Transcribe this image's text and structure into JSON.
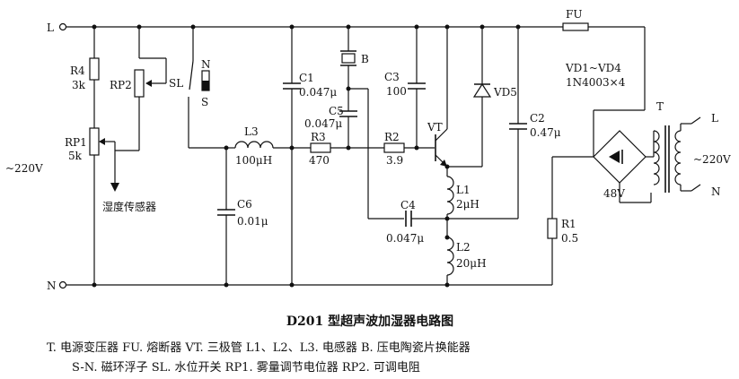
{
  "diagram": {
    "rails": {
      "line": "L",
      "neutral": "N",
      "supply": "~220V"
    },
    "components": {
      "R4": {
        "name": "R4",
        "value": "3k"
      },
      "RP1": {
        "name": "RP1",
        "value": "5k"
      },
      "RP2": {
        "name": "RP2"
      },
      "SL": {
        "name": "SL"
      },
      "SN": {
        "n": "N",
        "s": "S"
      },
      "sensor": {
        "label": "湿度传感器"
      },
      "L3": {
        "name": "L3",
        "value": "100μH"
      },
      "C6": {
        "name": "C6",
        "value": "0.01μ"
      },
      "C1": {
        "name": "C1",
        "value": "0.047μ"
      },
      "B": {
        "name": "B"
      },
      "C5": {
        "name": "C5",
        "value": "0.047μ"
      },
      "R3": {
        "name": "R3",
        "value": "470"
      },
      "C3": {
        "name": "C3",
        "value": "100"
      },
      "R2": {
        "name": "R2",
        "value": "3.9"
      },
      "VT": {
        "name": "VT"
      },
      "VD5": {
        "name": "VD5"
      },
      "L1": {
        "name": "L1",
        "value": "2μH"
      },
      "C4": {
        "name": "C4",
        "value": "0.047μ"
      },
      "L2": {
        "name": "L2",
        "value": "20μH"
      },
      "C2": {
        "name": "C2",
        "value": "0.47μ"
      },
      "FU": {
        "name": "FU"
      },
      "bridge": {
        "name": "VD1~VD4",
        "part": "1N4003×4",
        "voltage": "48V"
      },
      "T": {
        "name": "T"
      },
      "R1": {
        "name": "R1",
        "value": "0.5"
      },
      "secondary": {
        "supply": "~220V",
        "l": "L",
        "n": "N"
      }
    },
    "title": "D201 型超声波加湿器电路图",
    "legend_lines": [
      "T. 电源变压器   FU. 熔断器   VT. 三极管   L1、L2、L3. 电感器   B. 压电陶瓷片换能器",
      "S-N. 磁环浮子   SL. 水位开关   RP1. 雾量调节电位器   RP2. 可调电阻"
    ]
  }
}
